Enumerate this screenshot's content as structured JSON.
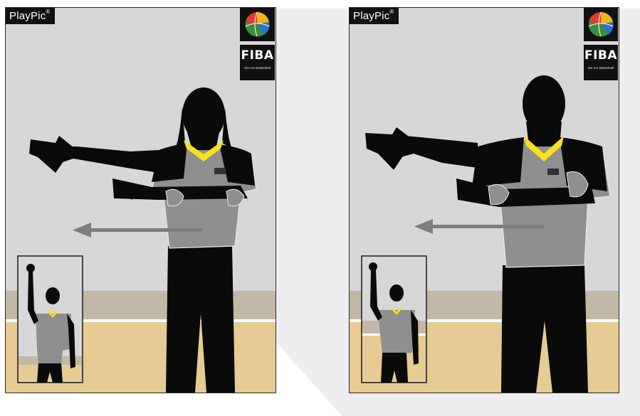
{
  "cards": [
    {
      "brand": "PlayPic",
      "reg": "®",
      "org": "FIBA",
      "tagline": "We Are Basketball",
      "referee": "female",
      "inset_signal": "raised-fist"
    },
    {
      "brand": "PlayPic",
      "reg": "®",
      "org": "FIBA",
      "tagline": "We Are Basketball",
      "referee": "male",
      "inset_signal": "raised-fist"
    }
  ],
  "colors": {
    "wall": "#d7d7d9",
    "wall_band": "#c2b8a6",
    "floor": "#e6cc92",
    "shirt": "#8f8f8f",
    "collar": "#f7e11a",
    "silhouette": "#0a0a0a",
    "arrow": "#7d7d7d",
    "background_shape": "#eeeef0"
  },
  "icons": [
    "fiba-ball-logo-icon",
    "movement-arrow-icon"
  ]
}
